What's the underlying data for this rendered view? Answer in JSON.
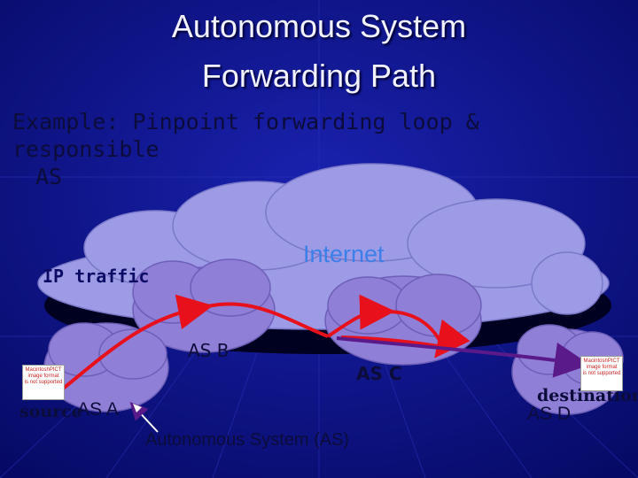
{
  "slide": {
    "title_line1": "Autonomous System",
    "title_line2": "Forwarding Path",
    "subtitle_line1": "Example: Pinpoint forwarding loop & responsible",
    "subtitle_line2": "AS"
  },
  "diagram": {
    "ip_traffic_label": "IP traffic",
    "internet_label": "Internet",
    "as_b_label": "AS B",
    "as_c_label": "AS C",
    "source_label": "source",
    "as_a_label": "AS A",
    "destination_label": "destination",
    "as_d_label": "AS D",
    "as_caption": "Autonomous System (AS)",
    "pict_placeholder_line1": "MacintoshPICT",
    "pict_placeholder_line2": "image format",
    "pict_placeholder_line3": "is not supported"
  },
  "colors": {
    "background_top": "#0a0f8a",
    "background_bottom": "#040652",
    "internet_cloud": "#9d9be6",
    "as_cloud": "#8f7fd6",
    "path_red": "#e8101a",
    "path_purple": "#5a1a8a",
    "internet_text": "#3b7fe8"
  }
}
